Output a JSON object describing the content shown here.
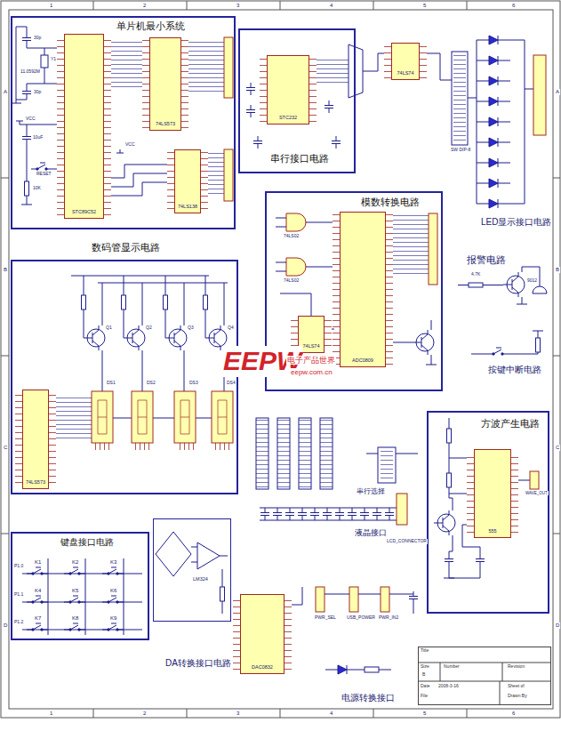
{
  "diagram": {
    "nodes": [
      {
        "text": [
          "单片机最小系统"
        ]
      },
      {
        "text": [
          "STC89C52"
        ],
        "in": 0
      },
      {
        "text": [
          "74LS573"
        ],
        "in": 0
      },
      {
        "text": [
          "74LS138"
        ],
        "in": 0
      },
      {
        "text": [
          "串行接口电路"
        ]
      },
      {
        "text": [
          "STC232"
        ],
        "in": 4
      },
      {
        "text": [
          "74LS74"
        ]
      },
      {
        "text": [
          "数码管显示电路"
        ]
      },
      {
        "text": [
          "74LS573"
        ],
        "in": 7
      },
      {
        "text": [
          "模数转换电路"
        ]
      },
      {
        "text": [
          "74LS74"
        ],
        "in": 9
      },
      {
        "text": [
          "ADC0809"
        ],
        "in": 9
      },
      {
        "text": [
          "方波产生电路"
        ]
      },
      {
        "text": [
          "555"
        ],
        "in": 12
      },
      {
        "text": [
          "键盘接口电路"
        ]
      },
      {
        "text": [
          "LM324"
        ]
      },
      {
        "text": [
          "DAC0832"
        ]
      },
      {
        "text": [
          "Title",
          "Size",
          "B",
          "Number",
          "Revision",
          "Date",
          "2008-3-16",
          "File",
          "Sheet of",
          "Drawn By"
        ]
      }
    ],
    "labels": [
      "LED显示接口电路",
      "报警电路",
      "按键中断电路",
      "串行选择",
      "液晶接口",
      "LCD_CONNECTOR",
      "DA转换接口电路",
      "电源转换接口",
      "EEPW",
      "电子产品世界",
      "eepw.com.cn",
      "Y1",
      "11.0592M",
      "30p",
      "30p",
      "10uF",
      "RESET",
      "10K",
      "VCC",
      "VCC",
      "74LS02",
      "74LS02",
      "SW DIP-8",
      "PWR_SEL",
      "USB_POWER",
      "PWR_IN2",
      "WAVE_OUT",
      "4.7K",
      "9012",
      "K1",
      "K2",
      "K3",
      "K4",
      "K5",
      "K6",
      "K7",
      "K8",
      "K9",
      "P1.0",
      "P1.1",
      "P1.2",
      "Q1",
      "Q2",
      "Q3",
      "Q4",
      "DS1",
      "DS2",
      "DS3",
      "DS4",
      "1",
      "2",
      "3",
      "4",
      "5",
      "6",
      "1",
      "2",
      "3",
      "4",
      "5",
      "6",
      "A",
      "B",
      "C",
      "D",
      "A",
      "B",
      "C",
      "D"
    ]
  }
}
